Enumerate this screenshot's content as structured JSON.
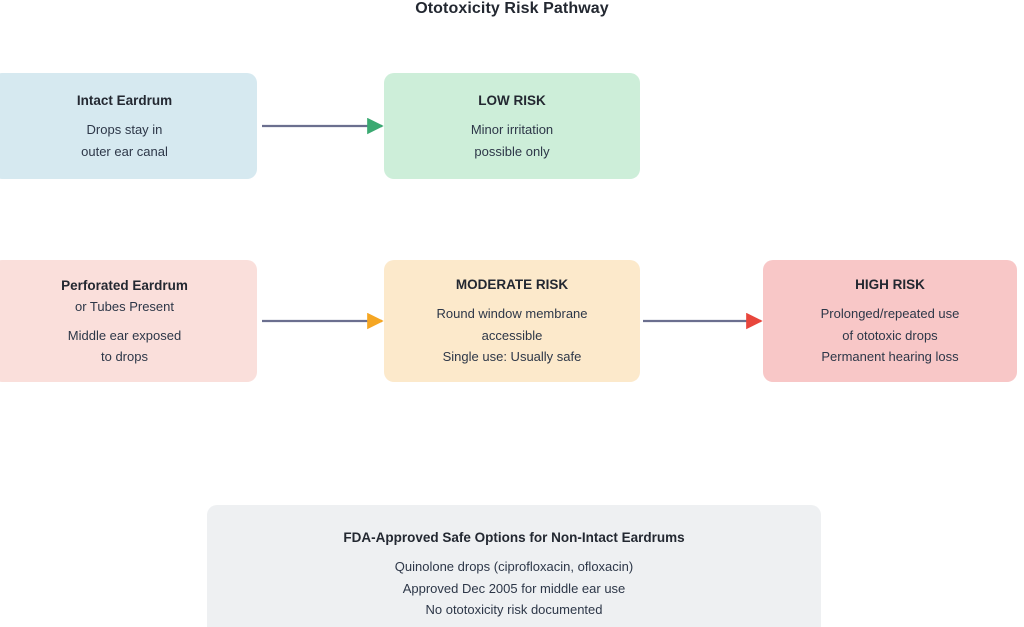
{
  "diagram": {
    "title": "Ototoxicity Risk Pathway",
    "background": "#ffffff"
  },
  "nodes": [
    {
      "id": "intact-eardrum",
      "title": "Intact Eardrum",
      "subtitle": "",
      "lines": [
        "Drops stay in",
        "outer ear canal"
      ],
      "fill": "#d6e9f0"
    },
    {
      "id": "low-risk",
      "title": "LOW RISK",
      "subtitle": "",
      "lines": [
        "Minor irritation",
        "possible only"
      ],
      "fill": "#cdeed9"
    },
    {
      "id": "perforated-eardrum",
      "title": "Perforated Eardrum",
      "subtitle": "or Tubes Present",
      "lines": [
        "Middle ear exposed",
        "to drops"
      ],
      "fill": "#fadfdb"
    },
    {
      "id": "moderate-risk",
      "title": "MODERATE RISK",
      "subtitle": "",
      "lines": [
        "Round window membrane",
        "accessible",
        "Single use: Usually safe"
      ],
      "fill": "#fce9cb"
    },
    {
      "id": "high-risk",
      "title": "HIGH RISK",
      "subtitle": "",
      "lines": [
        "Prolonged/repeated use",
        "of ototoxic drops",
        "Permanent hearing loss"
      ],
      "fill": "#f8c7c7"
    },
    {
      "id": "fda-note",
      "title": "FDA-Approved Safe Options for Non-Intact Eardrums",
      "subtitle": "",
      "lines": [
        "Quinolone drops (ciprofloxacin, ofloxacin)",
        "Approved Dec 2005 for middle ear use",
        "No ototoxicity risk documented"
      ],
      "fill": "#eef0f2"
    }
  ],
  "arrows": [
    {
      "id": "intact-to-low",
      "from": "intact-eardrum",
      "to": "low-risk",
      "label": "",
      "line_color": "#6b6f8f",
      "head_color": "#3aa971"
    },
    {
      "id": "perforated-to-moderate",
      "from": "perforated-eardrum",
      "to": "moderate-risk",
      "label": "",
      "line_color": "#6b6f8f",
      "head_color": "#f5a623"
    },
    {
      "id": "moderate-to-high",
      "from": "moderate-risk",
      "to": "high-risk",
      "label": "",
      "line_color": "#6b6f8f",
      "head_color": "#e8463c"
    }
  ]
}
